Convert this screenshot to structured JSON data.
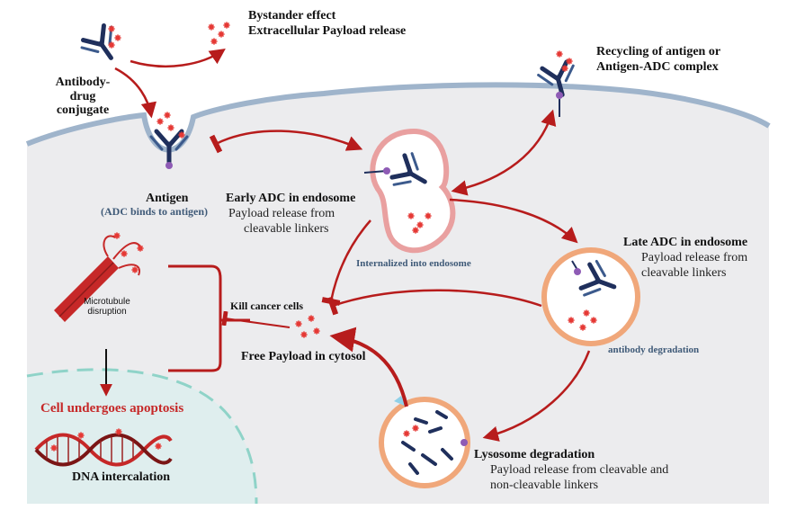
{
  "labels": {
    "bystander_title": "Bystander effect",
    "bystander_sub": "Extracellular Payload  release",
    "recycling_l1": "Recycling of antigen or",
    "recycling_l2": "Antigen-ADC complex",
    "adc_l1": "Antibody-",
    "adc_l2": "drug",
    "adc_l3": "conjugate",
    "antigen": "Antigen",
    "antigen_paren_open": "(",
    "antigen_binds": "ADC binds to antigen",
    "antigen_paren_close": ")",
    "early_title": "Early ADC in  endosome",
    "early_l1": "Payload  release from",
    "early_l2": "cleavable linkers",
    "internalized": "Internalized into endosome",
    "late_title": "Late ADC in endosome",
    "late_l1": "Payload release from",
    "late_l2": "cleavable linkers",
    "antibody_degradation": "antibody degradation",
    "microtubule_l1": "Microtubule",
    "microtubule_l2": "disruption",
    "kill": "Kill cancer cells",
    "free_payload": "Free Payload in cytosol",
    "apoptosis": "Cell undergoes apoptosis",
    "dna": "DNA intercalation",
    "lysosome_title": "Lysosome degradation",
    "lysosome_l1": "Payload release from cleavable and",
    "lysosome_l2": "non-cleavable linkers"
  },
  "colors": {
    "arrow_red": "#b71c1c",
    "payload_red": "#e53935",
    "antibody_navy": "#1f2f5c",
    "linker_purple": "#8e5bb5",
    "cytosol_gray": "#ececee",
    "membrane_blue": "#9fb4cb",
    "endosome_pink": "#e9a0a0",
    "late_endosome_orange": "#f0a77a",
    "nucleus_teal": "#dfeeee",
    "nucleus_dash": "#8fd3c8"
  },
  "icons": [
    "antibody-icon",
    "payload-star-icon",
    "microtubule-icon",
    "dna-helix-icon"
  ]
}
